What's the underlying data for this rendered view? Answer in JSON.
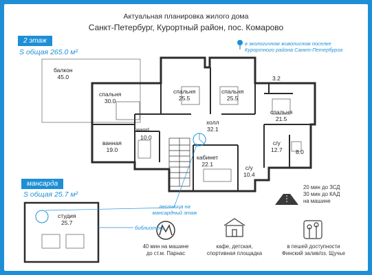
{
  "header": {
    "line1": "Актуальная  планировка жилого дома",
    "line2": "Санкт-Петербург, Курортный район, пос. Комарово"
  },
  "floor2": {
    "tag": "2 этаж",
    "area": "S общая 265.0 м²"
  },
  "mansard": {
    "tag": "мансарда",
    "area": "S общая 25.7 м²"
  },
  "location": {
    "line1": "в экологичном живописном поселке",
    "line2": "Курортного района Санкт-Петербурга"
  },
  "rooms": {
    "balcony": {
      "name": "балкон",
      "area": "45.0"
    },
    "bedroom1": {
      "name": "спальня",
      "area": "30.0"
    },
    "bedroom2": {
      "name": "спальня",
      "area": "25.5"
    },
    "bedroom3": {
      "name": "спальня",
      "area": "25.5"
    },
    "bedroom4": {
      "name": "спальня",
      "area": "21.5"
    },
    "small1": {
      "area": "3.2"
    },
    "hall": {
      "name": "холл",
      "area": "32.1"
    },
    "wardrobe": {
      "name": "гардероб",
      "area": "10.0"
    },
    "bathroom": {
      "name": "ванная",
      "area": "19.0"
    },
    "wc1": {
      "name": "с/у",
      "area": "12.7"
    },
    "small2": {
      "area": "8.0"
    },
    "cabinet": {
      "name": "кабинет",
      "area": "22.1"
    },
    "wc2": {
      "name": "с/у",
      "area": "10.4"
    },
    "studio": {
      "name": "студия",
      "area": "25.7"
    }
  },
  "callouts": {
    "stairs": "лестница на мансардный этаж",
    "library": "библиотека"
  },
  "road": {
    "line1": "20 мин до ЗСД",
    "line2": "30 мин до КАД",
    "line3": "на машине"
  },
  "footer": {
    "metro": {
      "line1": "40 мин на машине",
      "line2": "до ст.м. Парнас"
    },
    "cafe": {
      "line1": "кафе, детская,",
      "line2": "спортивная площадка"
    },
    "nature": {
      "line1": "в пешей доступности",
      "line2": "Финский залив/оз. Щучье"
    }
  },
  "colors": {
    "accent": "#1e8fd6",
    "wall": "#2b2b2b",
    "text": "#2b2b2b"
  }
}
